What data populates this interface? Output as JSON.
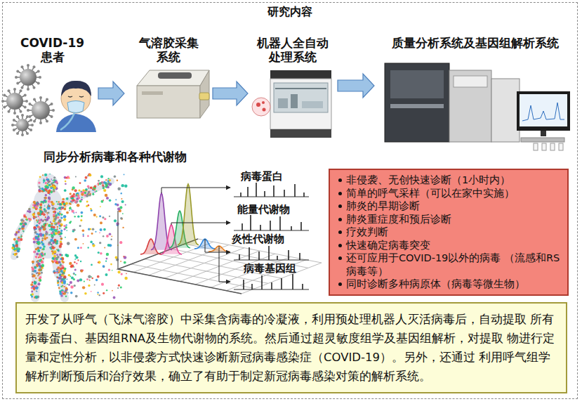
{
  "diagram": {
    "nodes": [
      {
        "text": [
          "研究内容"
        ]
      },
      {
        "text": [
          "COVID-19 患者"
        ],
        "in": 0
      },
      {
        "text": [
          "气溶胶采集 系统"
        ],
        "in": 0
      },
      {
        "text": [
          "机器人全自动 处理系统"
        ],
        "in": 0
      },
      {
        "text": [
          "质量分析系统及基因组解析系统"
        ],
        "in": 0
      },
      {
        "text": [
          "非侵袭、无创快速诊断（1小时内）",
          "简单的呼气采样（可以在家中实施）",
          "肺炎的早期诊断",
          "肺炎重症度和预后诊断",
          "疗效判断",
          "快速确定病毒突变",
          "还可应用于COVID-19以外的病毒 （流感和RS病毒等）",
          "同时诊断多种病原体（病毒等微生物）"
        ],
        "in": 0
      },
      {
        "text": [
          "开发了从呼气（飞沫气溶胶）中采集含病毒的冷凝液，利用预处理机器人灭活病毒后，自动提取 所有病毒蛋白、基因组RNA及生物代谢物的系统。然后通过超灵敏度组学及基因组解析，对提取 物进行定量和定性分析，以非侵袭方式快速诊断新冠病毒感染症（COVID-19）。另外，还通过 利用呼气组学解析判断预后和治疗效果，确立了有助于制定新冠病毒感染对策的解析系统。"
        ],
        "in": 0
      }
    ],
    "edges": [
      {
        "from": 1,
        "to": 2,
        "arrow": "to"
      },
      {
        "from": 2,
        "to": 3,
        "arrow": "to"
      },
      {
        "from": 3,
        "to": 4,
        "arrow": "to"
      }
    ],
    "labels": [
      "同步分析病毒和各种代谢物",
      "病毒蛋白",
      "能量代谢物",
      "炎性代谢物",
      "病毒基因组"
    ]
  }
}
